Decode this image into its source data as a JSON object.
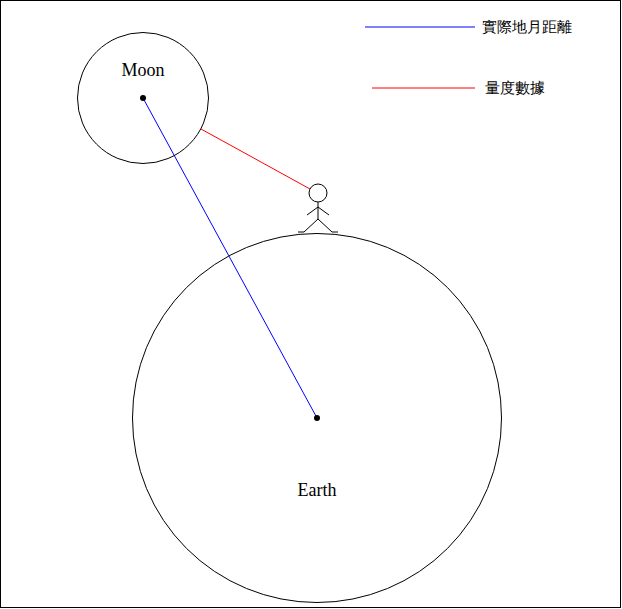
{
  "diagram": {
    "nodes": [
      {
        "text": [
          "Moon"
        ]
      },
      {
        "text": [
          "Earth"
        ]
      }
    ],
    "edges": [
      {
        "from": 0,
        "to": 1,
        "arrow": "none"
      }
    ],
    "legend": [
      {
        "text": "實際地月距離"
      },
      {
        "text": "量度數據"
      }
    ]
  }
}
